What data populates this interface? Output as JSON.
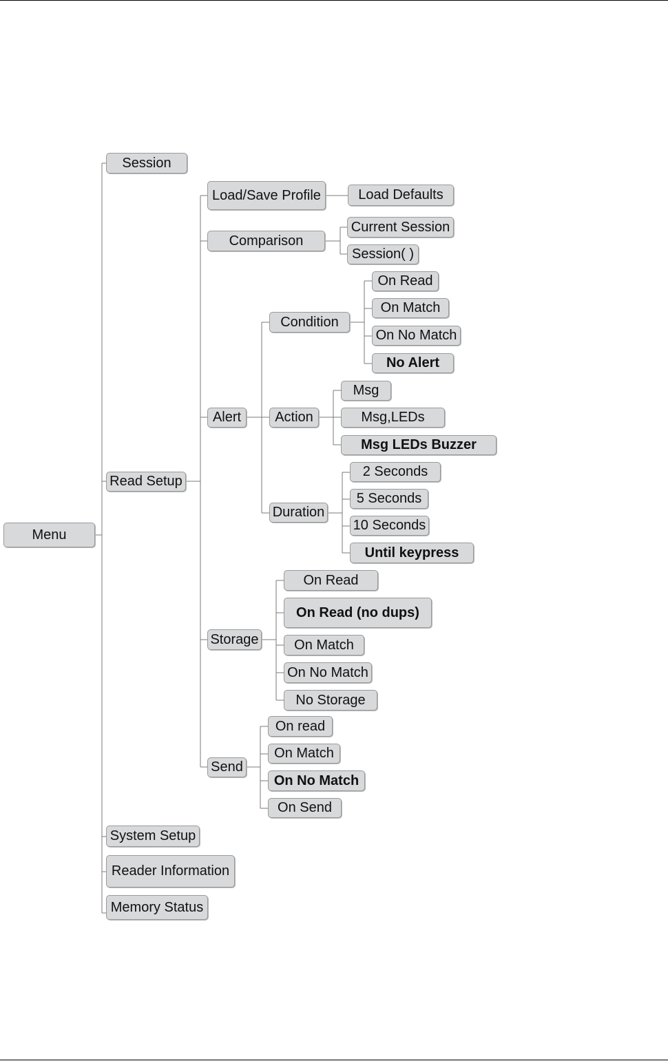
{
  "diagram": {
    "menu": "Menu",
    "session": "Session",
    "read_setup": "Read Setup",
    "load_save_profile": "Load/Save Profile",
    "load_defaults": "Load Defaults",
    "comparison": "Comparison",
    "current_session": "Current Session",
    "session_paren": "Session( )",
    "alert": "Alert",
    "condition": "Condition",
    "cond_on_read": "On Read",
    "cond_on_match": "On Match",
    "cond_on_no_match": "On No Match",
    "cond_no_alert": "No Alert",
    "action": "Action",
    "act_msg": "Msg",
    "act_msg_leds": "Msg,LEDs",
    "act_msg_leds_buzzer": "Msg LEDs Buzzer",
    "duration": "Duration",
    "dur_2": "2 Seconds",
    "dur_5": "5 Seconds",
    "dur_10": "10 Seconds",
    "dur_until": "Until keypress",
    "storage": "Storage",
    "st_on_read": "On Read",
    "st_on_read_nodups": "On Read (no dups)",
    "st_on_match": "On Match",
    "st_on_no_match": "On No Match",
    "st_no_storage": "No Storage",
    "send": "Send",
    "send_on_read": "On read",
    "send_on_match": "On Match",
    "send_on_no_match": "On No Match",
    "send_on_send": "On Send",
    "system_setup": "System Setup",
    "reader_information": "Reader Information",
    "memory_status": "Memory Status"
  }
}
